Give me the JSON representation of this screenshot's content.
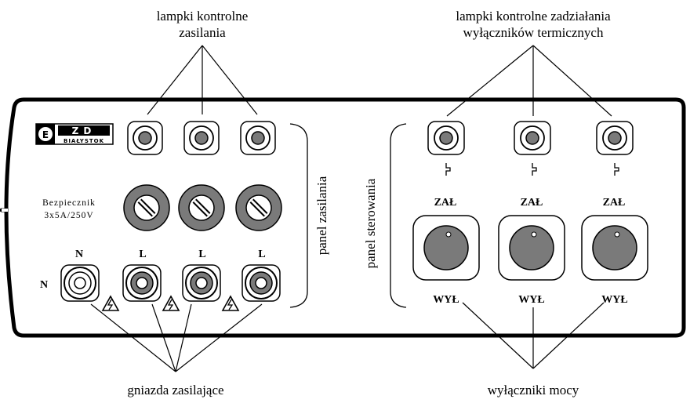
{
  "annotations": {
    "power_lamps": [
      "lampki kontrolne",
      "zasilania"
    ],
    "thermal_lamps": [
      "lampki kontrolne zadziałania",
      "wyłączników termicznych"
    ],
    "sockets": "gniazda zasilające",
    "breakers": "wyłączniki mocy"
  },
  "panels": {
    "power_panel": "panel zasilania",
    "control_panel": "panel sterowania"
  },
  "logo": {
    "mark": "ZD",
    "city": "BIAŁYSTOK"
  },
  "fuse": {
    "label_line1": "Bezpiecznik",
    "label_line2": "3x5A/250V"
  },
  "sockets": {
    "side_label": "N",
    "labels": [
      "N",
      "L",
      "L",
      "L"
    ]
  },
  "breakers": {
    "on_labels": [
      "ZAŁ",
      "ZAŁ",
      "ZAŁ"
    ],
    "off_labels": [
      "WYŁ",
      "WYŁ",
      "WYŁ"
    ]
  }
}
